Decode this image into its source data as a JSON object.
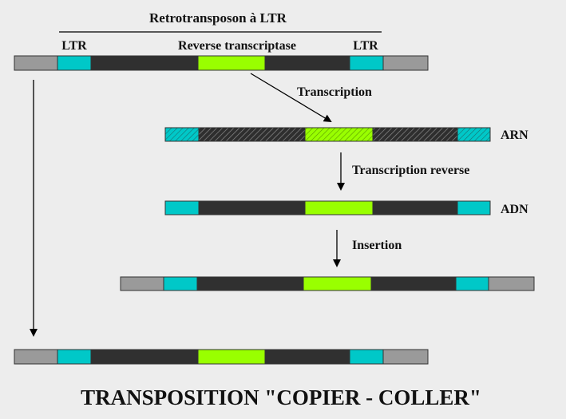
{
  "diagram": {
    "header": "Retrotransposon à LTR",
    "ltr_left_label": "LTR",
    "ltr_right_label": "LTR",
    "rt_label": "Reverse transcriptase",
    "step_transcription": "Transcription",
    "step_reverse_transcription": "Transcription reverse",
    "step_insertion": "Insertion",
    "arn_label": "ARN",
    "adn_label": "ADN",
    "title": "TRANSPOSITION \"COPIER - COLLER\""
  },
  "colors": {
    "background": "#ededed",
    "flank_gray": "#9a9a9a",
    "ltr_cyan": "#00c8c8",
    "body_dark": "#303030",
    "rt_green": "#99ff00",
    "outline": "#333333"
  },
  "icons": [
    "arrow-down-icon",
    "arrow-diagonal-icon"
  ]
}
